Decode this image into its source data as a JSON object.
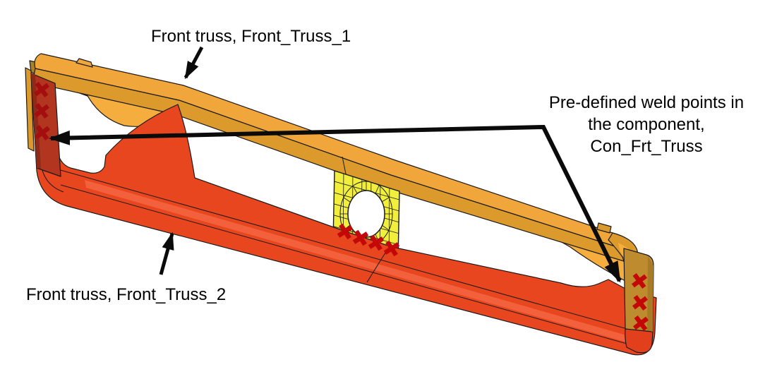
{
  "diagram": {
    "description": "Annotated CAD illustration of a welded front-truss assembly with pre-defined weld points",
    "labels": {
      "truss1": "Front truss, Front_Truss_1",
      "truss2": "Front truss, Front_Truss_2"
    },
    "weld_note": {
      "lines": [
        "Pre-defined weld points in",
        "the component,",
        "Con_Frt_Truss"
      ],
      "full_text": "Pre-defined weld points in the component, Con_Frt_Truss"
    },
    "components": [
      {
        "name": "Front_Truss_1",
        "role": "upper front truss rail",
        "color": "#DB9A2B"
      },
      {
        "name": "Front_Truss_2",
        "role": "lower front truss rail",
        "color": "#E8461F"
      },
      {
        "name": "Con_Frt_Truss",
        "role": "weld-point connection component",
        "marker": "x",
        "marker_color": "#C40808"
      },
      {
        "name": "mesh_patch",
        "role": "meshed plate with circular hole",
        "color": "#F2EE3C"
      }
    ],
    "weld_points": {
      "left_group_count": 3,
      "center_group_count": 4,
      "right_group_count": 3,
      "marker_glyph": "x"
    },
    "colors": {
      "flange_light_orange": "#F0A63A",
      "web_medium_orange": "#DB9A2B",
      "inner_light_orange": "#F5AD3D",
      "inner_dark_olive": "#A8812B",
      "end_panel_tan": "#BE8C2E",
      "red_main": "#E8461F",
      "red_highlight": "#F2603C",
      "red_dark_panel": "#B23520",
      "weld_x_red": "#C40808",
      "mesh_yellow": "#F2EE3C",
      "annotation_black": "#000000"
    }
  }
}
